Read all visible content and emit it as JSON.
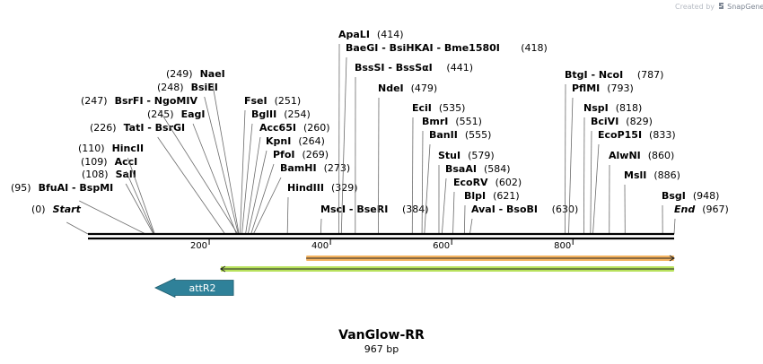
{
  "header": {
    "credit_prefix": "Created by",
    "credit_brand": "SnapGene"
  },
  "plasmid": {
    "name": "VanGlow-RR",
    "length_label": "967 bp",
    "length": 967
  },
  "ruler": {
    "ticks": [
      200,
      400,
      600,
      800
    ]
  },
  "features": [
    {
      "name": "orange-arrow",
      "start": 360,
      "end": 967,
      "direction": "forward",
      "color": "#f5b461"
    },
    {
      "name": "green-arrow",
      "start": 219,
      "end": 967,
      "direction": "reverse",
      "color": "#b8e15c"
    },
    {
      "name": "attR2",
      "label": "attR2",
      "start": 111,
      "end": 240,
      "direction": "reverse",
      "color": "#2f8199"
    }
  ],
  "sites": [
    {
      "text": "(0)",
      "pos": 0,
      "italic": true,
      "name": "Start"
    },
    {
      "text": "(95)",
      "pos": 95,
      "name": "BfuAI  -  BspMI"
    },
    {
      "text": "(108)",
      "pos": 108,
      "name": "SalI"
    },
    {
      "text": "(109)",
      "pos": 109,
      "name": "AccI"
    },
    {
      "text": "(110)",
      "pos": 110,
      "name": "HincII"
    },
    {
      "text": "(226)",
      "pos": 226,
      "name": "TatI  -  BsrGI"
    },
    {
      "text": "(245)",
      "pos": 245,
      "name": "EagI"
    },
    {
      "text": "(247)",
      "pos": 247,
      "name": "BsrFI  -  NgoMIV"
    },
    {
      "text": "(248)",
      "pos": 248,
      "name": "BsiEI"
    },
    {
      "text": "(249)",
      "pos": 249,
      "name": "NaeI"
    },
    {
      "text": "(251)",
      "pos": 251,
      "name": "FseI"
    },
    {
      "text": "(254)",
      "pos": 254,
      "name": "BglII"
    },
    {
      "text": "(260)",
      "pos": 260,
      "name": "Acc65I"
    },
    {
      "text": "(264)",
      "pos": 264,
      "name": "KpnI"
    },
    {
      "text": "(269)",
      "pos": 269,
      "name": "PfoI"
    },
    {
      "text": "(273)",
      "pos": 273,
      "name": "BamHI"
    },
    {
      "text": "(329)",
      "pos": 329,
      "name": "HindIII"
    },
    {
      "text": "(384)",
      "pos": 384,
      "name": "MscI  -  BseRI"
    },
    {
      "text": "(414)",
      "pos": 414,
      "name": "ApaLI"
    },
    {
      "text": "(418)",
      "pos": 418,
      "name": "BaeGI  -  BsiHKAI  -  Bme1580I"
    },
    {
      "text": "(441)",
      "pos": 441,
      "name": "BssSI  -  BssSαI"
    },
    {
      "text": "(479)",
      "pos": 479,
      "name": "NdeI"
    },
    {
      "text": "(535)",
      "pos": 535,
      "name": "EciI"
    },
    {
      "text": "(551)",
      "pos": 551,
      "name": "BmrI"
    },
    {
      "text": "(555)",
      "pos": 555,
      "name": "BanII"
    },
    {
      "text": "(579)",
      "pos": 579,
      "name": "StuI"
    },
    {
      "text": "(584)",
      "pos": 584,
      "name": "BsaAI"
    },
    {
      "text": "(602)",
      "pos": 602,
      "name": "EcoRV"
    },
    {
      "text": "(621)",
      "pos": 621,
      "name": "BlpI"
    },
    {
      "text": "(630)",
      "pos": 630,
      "name": "AvaI  -  BsoBI"
    },
    {
      "text": "(787)",
      "pos": 787,
      "name": "BtgI  -  NcoI"
    },
    {
      "text": "(793)",
      "pos": 793,
      "name": "PflMI"
    },
    {
      "text": "(818)",
      "pos": 818,
      "name": "NspI"
    },
    {
      "text": "(829)",
      "pos": 829,
      "name": "BciVI"
    },
    {
      "text": "(833)",
      "pos": 833,
      "name": "EcoP15I"
    },
    {
      "text": "(860)",
      "pos": 860,
      "name": "AlwNI"
    },
    {
      "text": "(886)",
      "pos": 886,
      "name": "MslI"
    },
    {
      "text": "(948)",
      "pos": 948,
      "name": "BsgI"
    },
    {
      "text": "(967)",
      "pos": 967,
      "italic": true,
      "name": "End"
    }
  ]
}
